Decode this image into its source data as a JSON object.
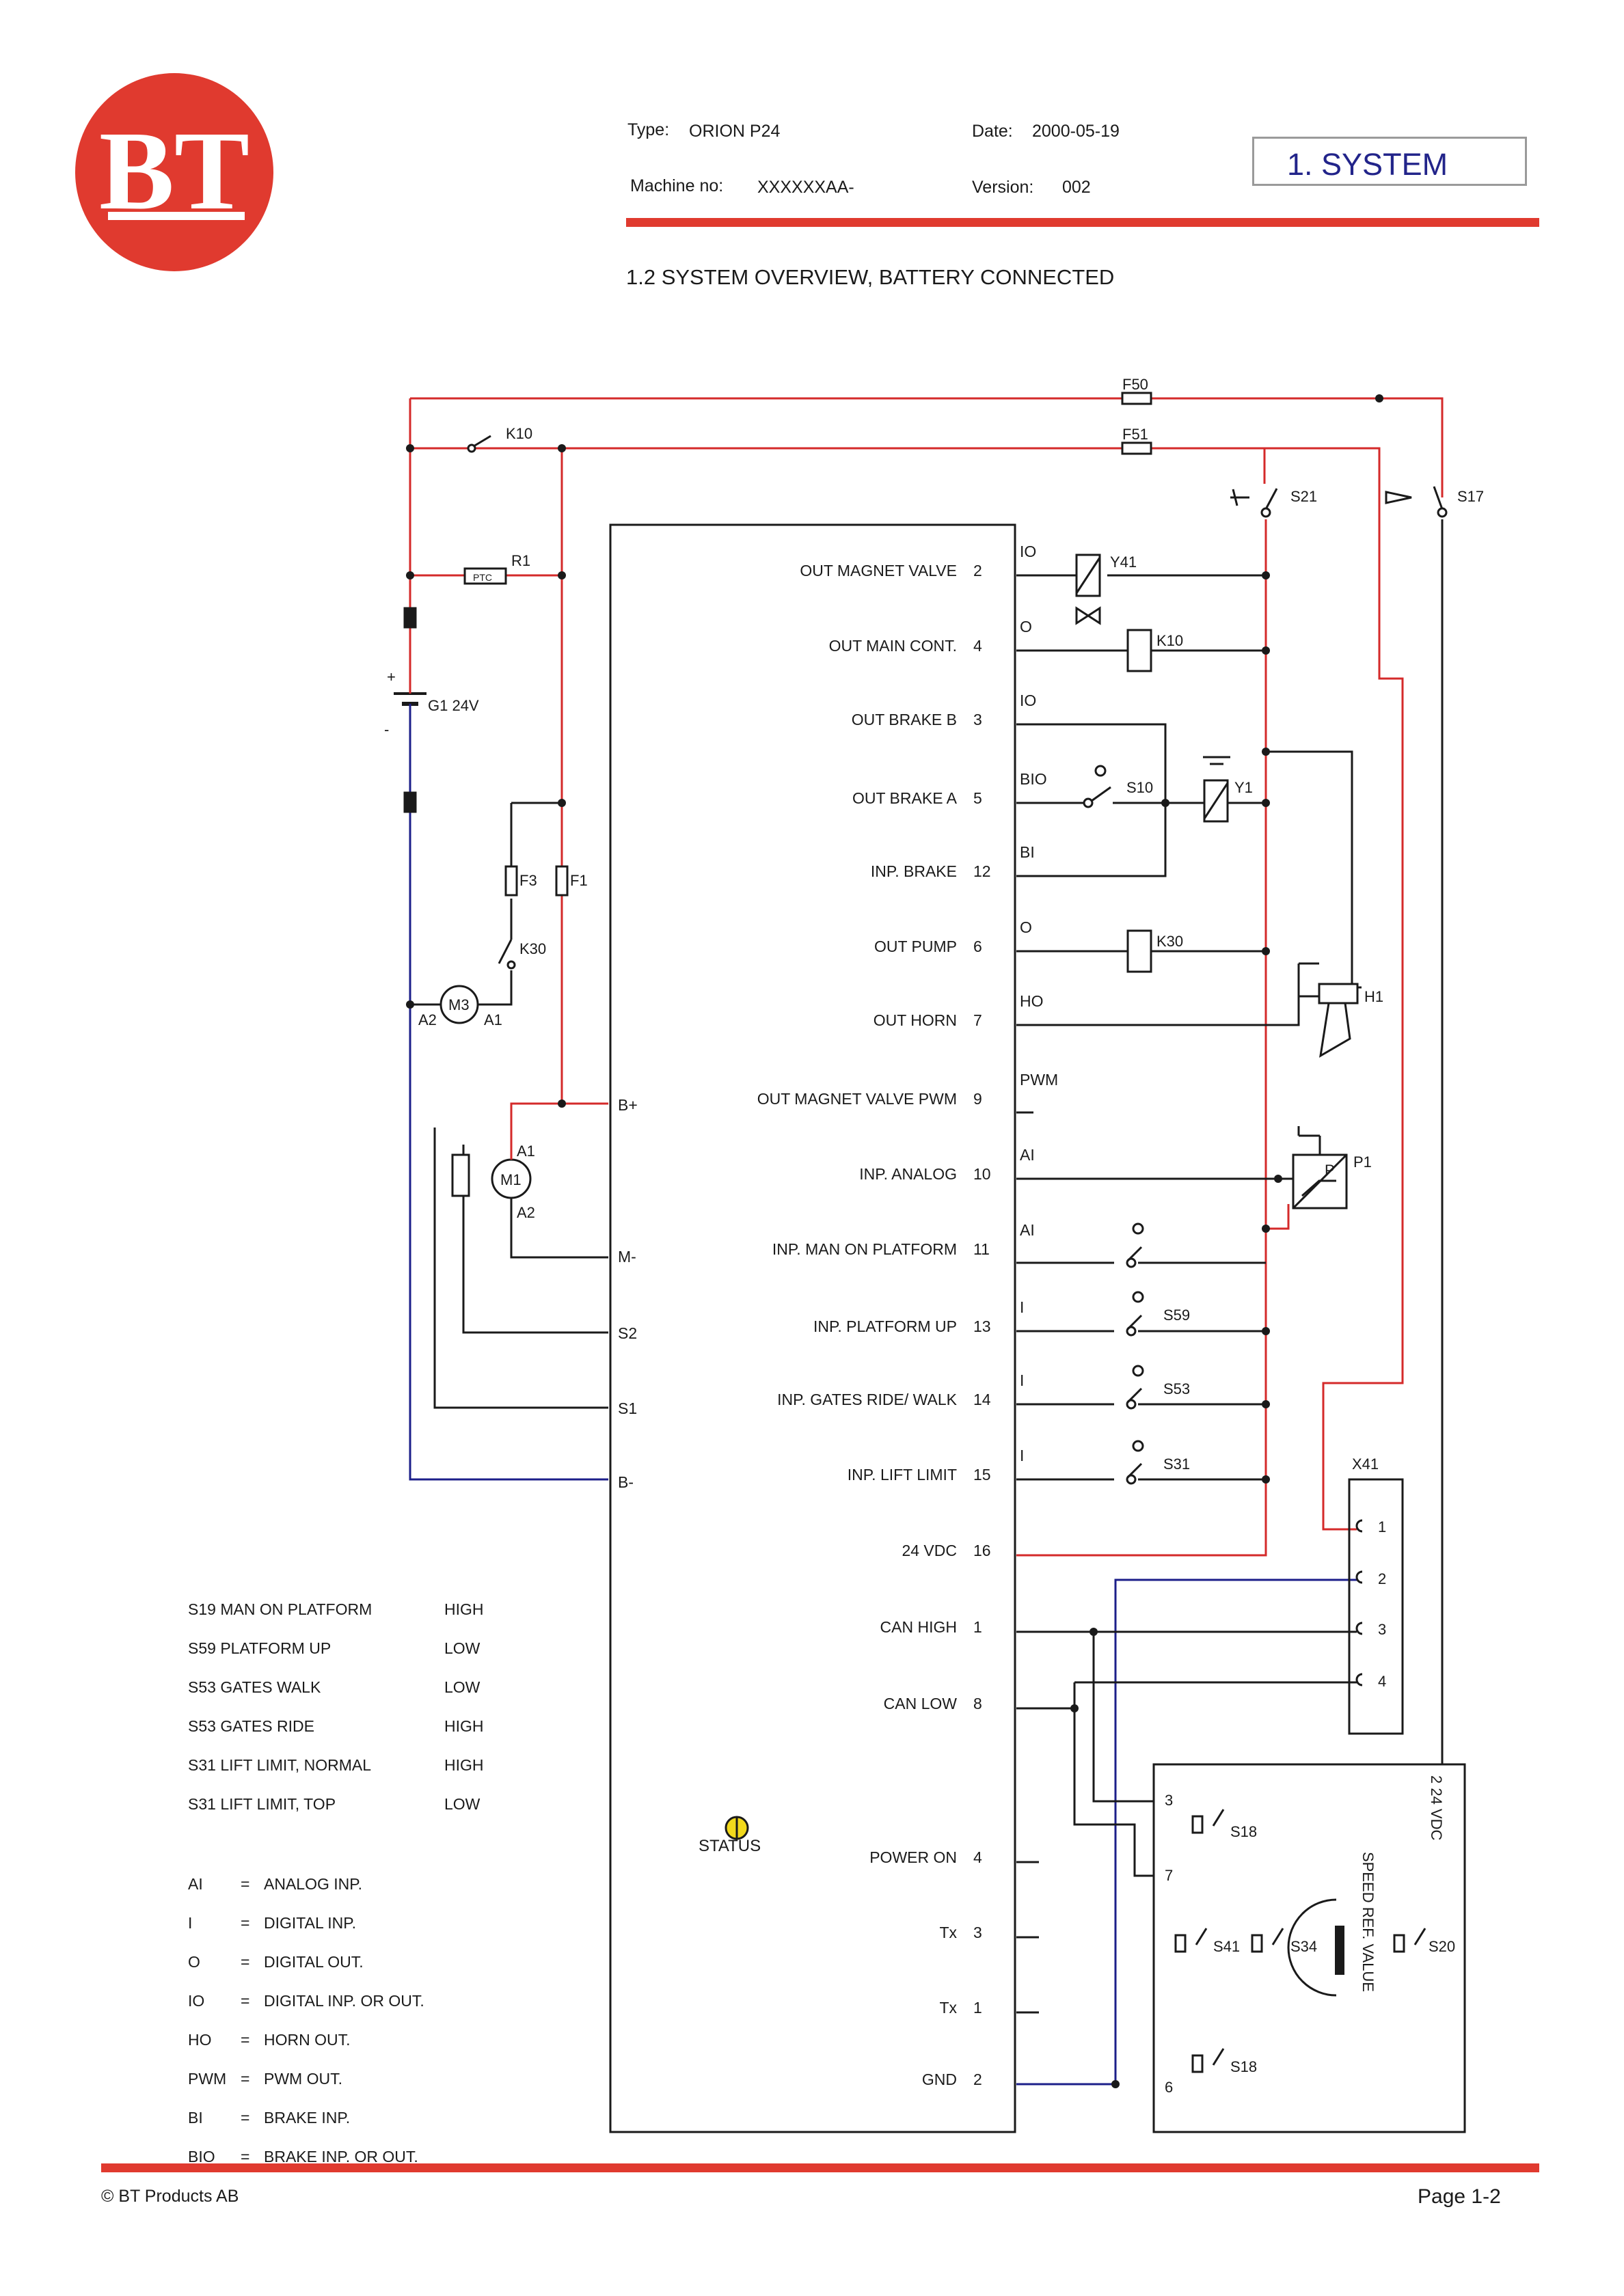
{
  "header": {
    "type_label": "Type:",
    "type_value": "ORION P24",
    "date_label": "Date:",
    "date_value": "2000-05-19",
    "machine_label": "Machine no:",
    "machine_value": "XXXXXXAA-",
    "version_label": "Version:",
    "version_value": "002",
    "section_box": "1. SYSTEM",
    "logo_text": "BT"
  },
  "title": "1.2 SYSTEM OVERVIEW, BATTERY CONNECTED",
  "colors": {
    "accent": "#e03a2f",
    "wire_red": "#d42a2a",
    "wire_blue": "#1c1f8a",
    "box_blue": "#22248a",
    "status_yellow": "#f2d91c"
  },
  "controller": {
    "pins": [
      {
        "name": "OUT MAGNET VALVE",
        "num": "2",
        "type": "IO"
      },
      {
        "name": "OUT MAIN CONT.",
        "num": "4",
        "type": "O"
      },
      {
        "name": "OUT BRAKE B",
        "num": "3",
        "type": "IO"
      },
      {
        "name": "OUT BRAKE A",
        "num": "5",
        "type": "BIO"
      },
      {
        "name": "INP. BRAKE",
        "num": "12",
        "type": "BI"
      },
      {
        "name": "OUT PUMP",
        "num": "6",
        "type": "O"
      },
      {
        "name": "OUT HORN",
        "num": "7",
        "type": "HO"
      },
      {
        "name": "OUT MAGNET VALVE PWM",
        "num": "9",
        "type": "PWM"
      },
      {
        "name": "INP. ANALOG",
        "num": "10",
        "type": "AI"
      },
      {
        "name": "INP. MAN ON PLATFORM",
        "num": "11",
        "type": "AI"
      },
      {
        "name": "INP. PLATFORM UP",
        "num": "13",
        "type": "I"
      },
      {
        "name": "INP. GATES RIDE/ WALK",
        "num": "14",
        "type": "I"
      },
      {
        "name": "INP. LIFT LIMIT",
        "num": "15",
        "type": "I"
      },
      {
        "name": "24 VDC",
        "num": "16",
        "type": ""
      },
      {
        "name": "CAN HIGH",
        "num": "1",
        "type": ""
      },
      {
        "name": "CAN LOW",
        "num": "8",
        "type": ""
      },
      {
        "name": "POWER ON",
        "num": "4",
        "type": ""
      },
      {
        "name": "Tx",
        "num": "3",
        "type": ""
      },
      {
        "name": "Tx",
        "num": "1",
        "type": ""
      },
      {
        "name": "GND",
        "num": "2",
        "type": ""
      }
    ],
    "left_pins": [
      "B+",
      "M-",
      "S2",
      "S1",
      "B-"
    ],
    "status_label": "STATUS"
  },
  "components": {
    "k10": "K10",
    "f50": "F50",
    "f51": "F51",
    "r1": "R1",
    "ptc": "PTC",
    "battery": "G1 24V",
    "plus": "+",
    "minus": "-",
    "f3": "F3",
    "f1": "F1",
    "k30": "K30",
    "m3": "M3",
    "a2": "A2",
    "a1": "A1",
    "m1": "M1",
    "m1_a1": "A1",
    "m1_a2": "A2",
    "s21": "S21",
    "s17": "S17",
    "y41": "Y41",
    "k10_coil": "K10",
    "s10": "S10",
    "y1": "Y1",
    "k30_coil": "K30",
    "h1": "H1",
    "p1": "P1",
    "p": "P",
    "s59": "S59",
    "s53": "S53",
    "s31": "S31",
    "x41": "X41",
    "x41_pins": [
      "1",
      "2",
      "3",
      "4"
    ],
    "tiller_pins": [
      "3",
      "7",
      "6"
    ],
    "tiller_vdc": "2 24 VDC",
    "s18a": "S18",
    "s41": "S41",
    "s34": "S34",
    "s20": "S20",
    "s18b": "S18",
    "speed_ref": "SPEED REF. VALUE"
  },
  "switch_table": [
    {
      "name": "S19 MAN ON PLATFORM",
      "state": "HIGH"
    },
    {
      "name": "S59 PLATFORM UP",
      "state": "LOW"
    },
    {
      "name": "S53 GATES WALK",
      "state": "LOW"
    },
    {
      "name": "S53 GATES RIDE",
      "state": "HIGH"
    },
    {
      "name": "S31 LIFT LIMIT, NORMAL",
      "state": "HIGH"
    },
    {
      "name": "S31 LIFT LIMIT, TOP",
      "state": "LOW"
    }
  ],
  "abbreviations": [
    {
      "abbr": "AI",
      "eq": "=",
      "meaning": "ANALOG INP."
    },
    {
      "abbr": "I",
      "eq": "=",
      "meaning": "DIGITAL INP."
    },
    {
      "abbr": "O",
      "eq": "=",
      "meaning": "DIGITAL OUT."
    },
    {
      "abbr": "IO",
      "eq": "=",
      "meaning": "DIGITAL INP. OR OUT."
    },
    {
      "abbr": "HO",
      "eq": "=",
      "meaning": "HORN OUT."
    },
    {
      "abbr": "PWM",
      "eq": "=",
      "meaning": "PWM OUT."
    },
    {
      "abbr": "BI",
      "eq": "=",
      "meaning": "BRAKE INP."
    },
    {
      "abbr": "BIO",
      "eq": "=",
      "meaning": "BRAKE INP. OR OUT."
    }
  ],
  "footer": {
    "copyright": "© BT Products AB",
    "page": "Page 1-2"
  }
}
